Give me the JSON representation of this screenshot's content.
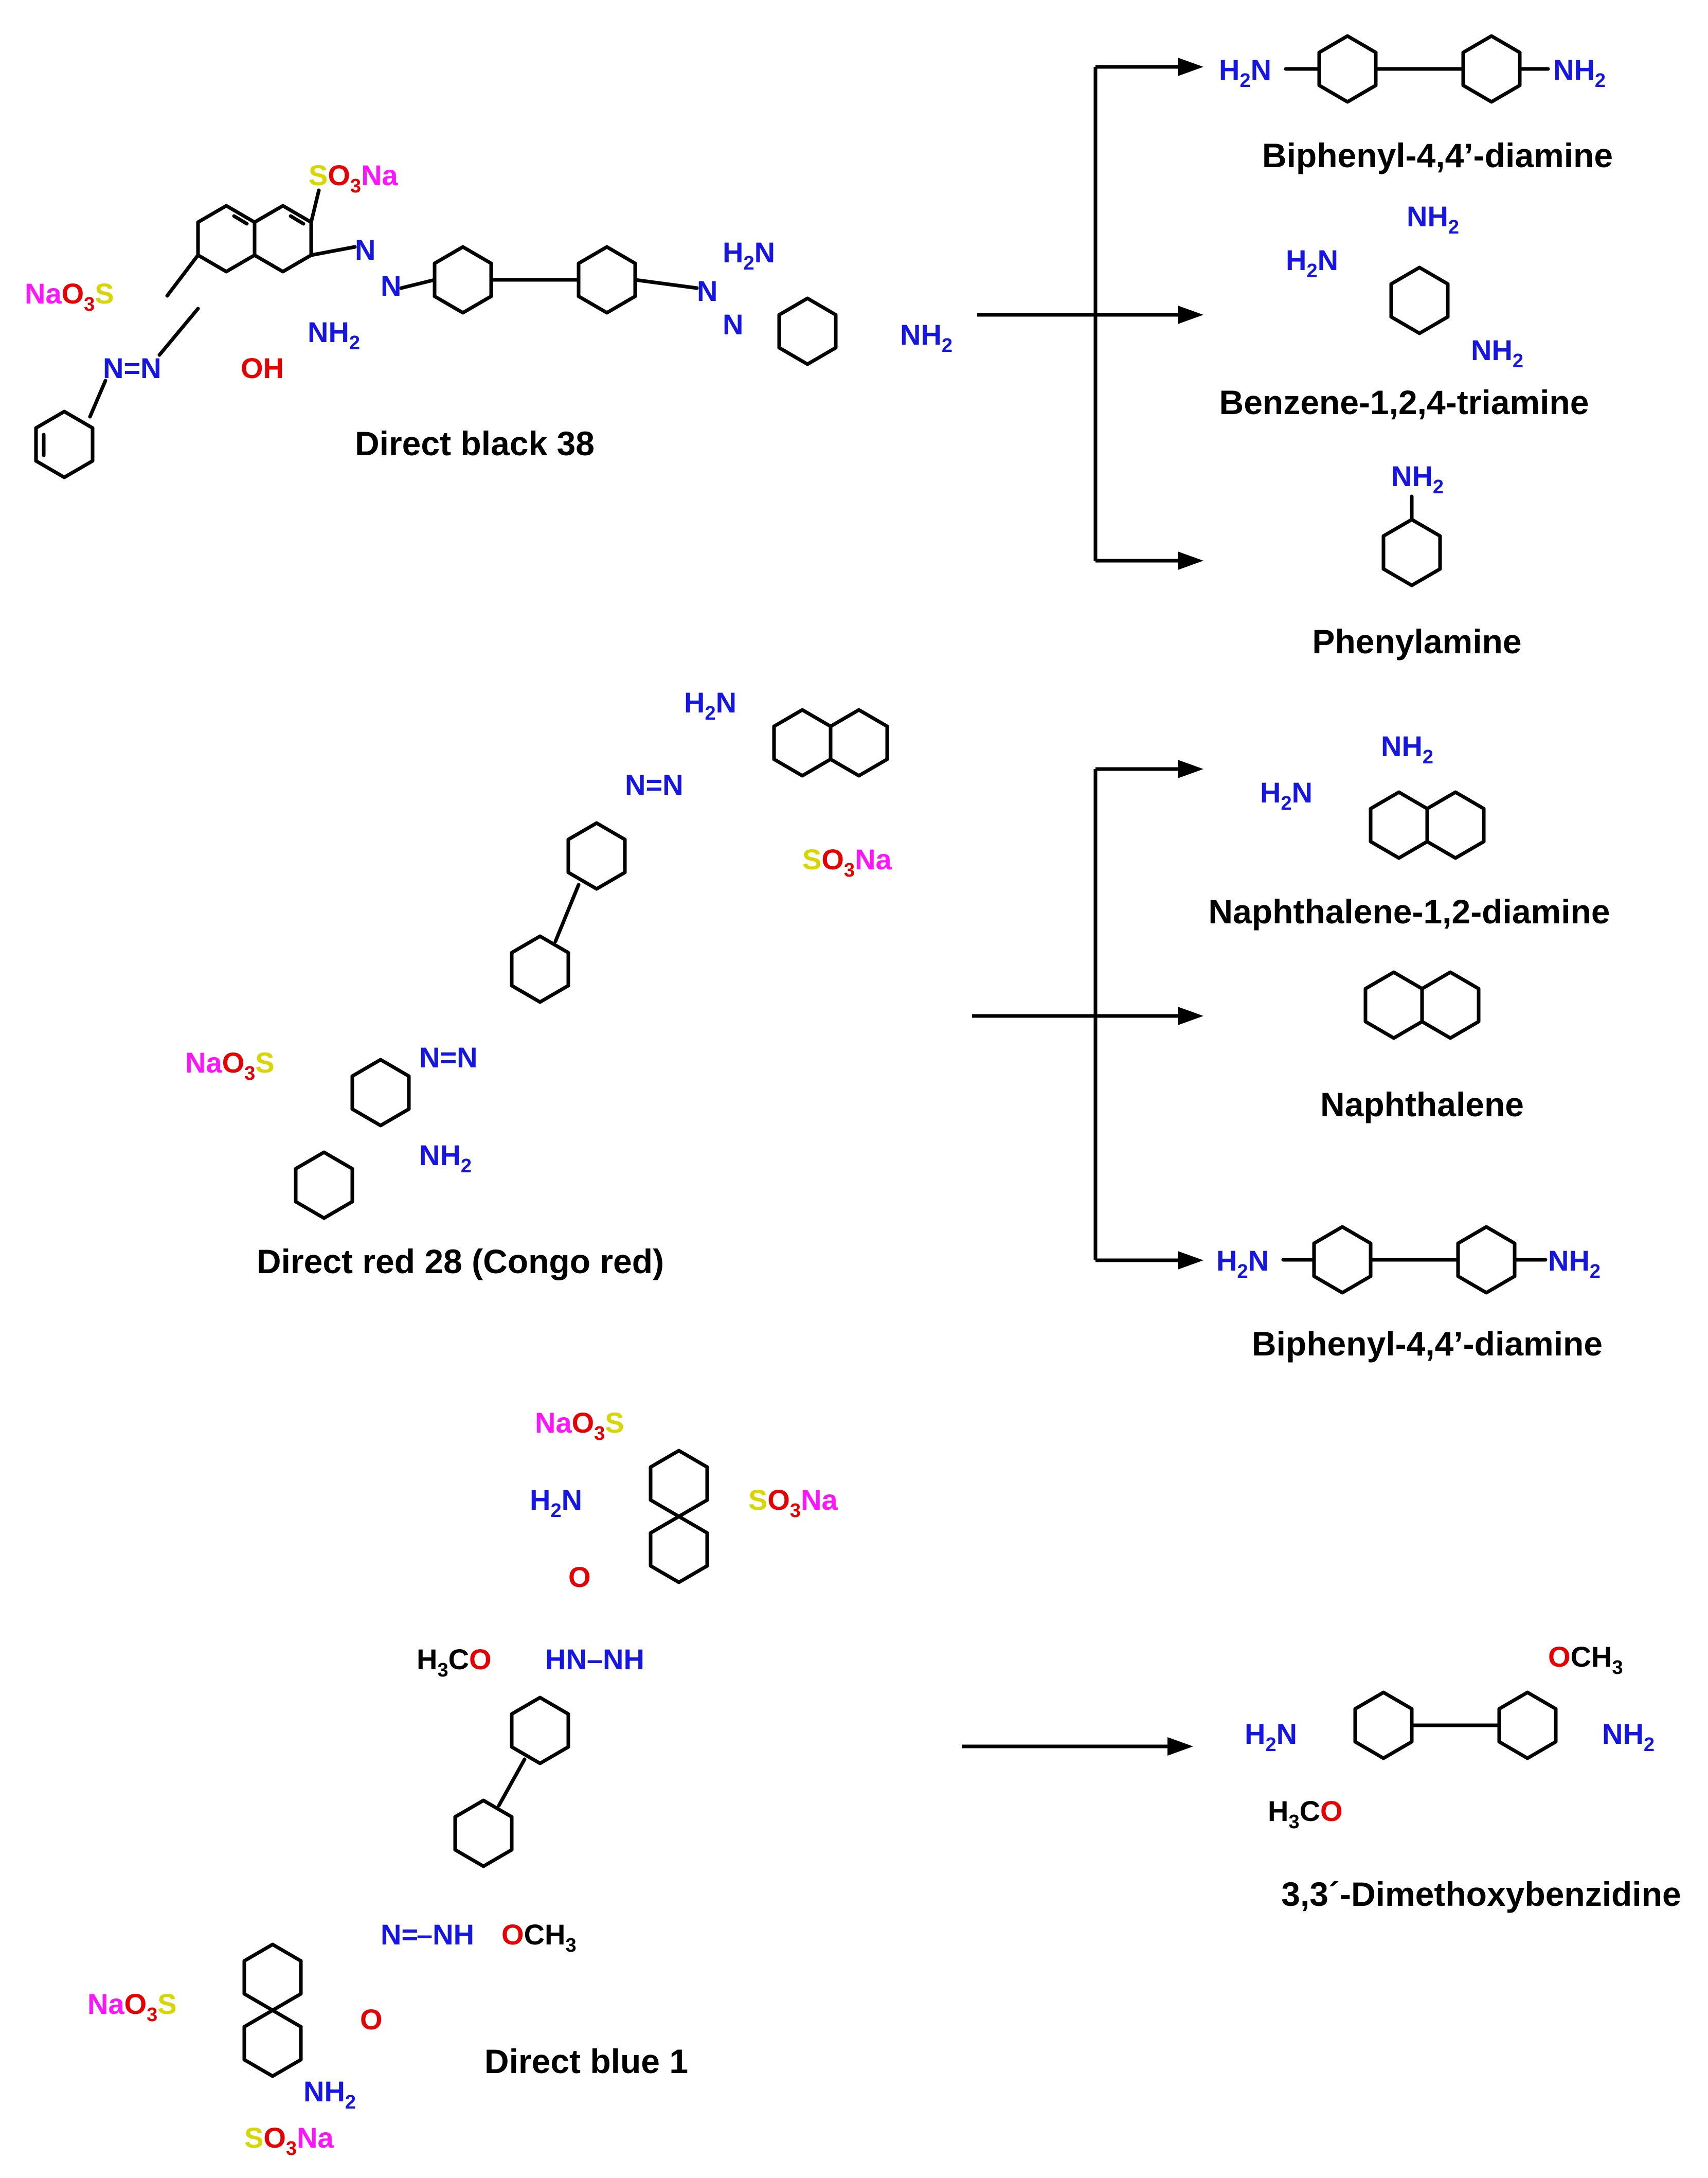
{
  "colors": {
    "nitrogen": "#1515e6",
    "oxygen": "#e60000",
    "sodium": "#ff14ff",
    "sulfur": "#d6d600",
    "bonds": "#000000"
  },
  "dyes": [
    {
      "name": "Direct black 38"
    },
    {
      "name": "Direct red 28 (Congo red)"
    },
    {
      "name": "Direct blue 1"
    }
  ],
  "products": {
    "black38": [
      {
        "name": "Biphenyl-4,4ʼ-diamine"
      },
      {
        "name": "Benzene-1,2,4-triamine"
      },
      {
        "name": "Phenylamine"
      }
    ],
    "red28": [
      {
        "name": "Naphthalene-1,2-diamine"
      },
      {
        "name": "Naphthalene"
      },
      {
        "name": "Biphenyl-4,4ʼ-diamine"
      }
    ],
    "blue1": [
      {
        "name": "3,3´-Dimethoxybenzidine"
      }
    ]
  }
}
